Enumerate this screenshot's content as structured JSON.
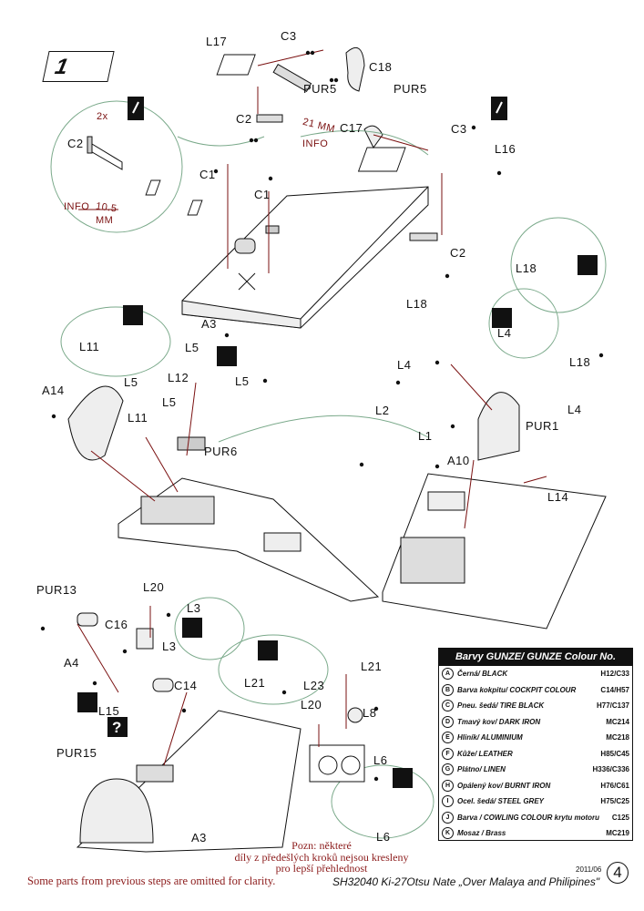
{
  "step_number": "1",
  "part_labels": {
    "L17": "L17",
    "C3a": "C3",
    "C18": "C18",
    "PUR5a": "PUR5",
    "PUR5b": "PUR5",
    "C2a": "C2",
    "C2b": "C2",
    "C2c": "C2",
    "C1a": "C1",
    "C1b": "C1",
    "C17": "C17",
    "C3b": "C3",
    "L16": "L16",
    "L18a": "L18",
    "L18b": "L18",
    "L18c": "L18",
    "A3a": "A3",
    "L5a": "L5",
    "L5b": "L5",
    "L5c": "L5",
    "L5d": "L5",
    "L12": "L12",
    "L11a": "L11",
    "L11b": "L11",
    "A14": "A14",
    "PUR6": "PUR6",
    "L4a": "L4",
    "L4b": "L4",
    "L4c": "L4",
    "L2": "L2",
    "L1": "L1",
    "PUR1": "PUR1",
    "A10": "A10",
    "L14": "L14",
    "PUR13": "PUR13",
    "C16": "C16",
    "A4": "A4",
    "L20a": "L20",
    "L20b": "L20",
    "L3a": "L3",
    "L3b": "L3",
    "C14": "C14",
    "L15": "L15",
    "PUR15": "PUR15",
    "L21a": "L21",
    "L21b": "L21",
    "L23": "L23",
    "L8": "L8",
    "L6a": "L6",
    "L6b": "L6",
    "A3b": "A3"
  },
  "info_labels": {
    "twox": "2x",
    "info1": "INFO",
    "info1_value": "10.5",
    "info1_unit": "MM",
    "info2_value": "21 MM",
    "info2": "INFO"
  },
  "color_legend": {
    "title": "Barvy GUNZE/ GUNZE Colour No.",
    "rows": [
      {
        "letter": "A",
        "name": "Černá/ BLACK",
        "code": "H12/C33"
      },
      {
        "letter": "B",
        "name": "Barva kokpitu/ COCKPIT COLOUR",
        "code": "C14/H57"
      },
      {
        "letter": "C",
        "name": "Pneu. šedá/ TIRE BLACK",
        "code": "H77/C137"
      },
      {
        "letter": "D",
        "name": "Tmavý kov/ DARK IRON",
        "code": "MC214"
      },
      {
        "letter": "E",
        "name": "Hliník/ ALUMINIUM",
        "code": "MC218"
      },
      {
        "letter": "F",
        "name": "Kůže/ LEATHER",
        "code": "H85/C45"
      },
      {
        "letter": "G",
        "name": "Plátno/ LINEN",
        "code": "H336/C336"
      },
      {
        "letter": "H",
        "name": "Opálený kov/ BURNT IRON",
        "code": "H76/C61"
      },
      {
        "letter": "I",
        "name": "Ocel. šedá/ STEEL GREY",
        "code": "H75/C25"
      },
      {
        "letter": "J",
        "name": "Barva / COWLING COLOUR krytu motoru",
        "code": "C125"
      },
      {
        "letter": "K",
        "name": "Mosaz / Brass",
        "code": "MC219"
      }
    ]
  },
  "note_czech": [
    "Pozn: některé",
    "díly z předešlých kroků nejsou kresleny",
    "pro lepší přehlednost"
  ],
  "note_english": "Some parts from previous steps are omitted for clarity.",
  "footer": {
    "product": "SH32040  Ki-27Otsu  Nate „Over Malaya and Philipines\"",
    "date": "2011/06",
    "page": "4"
  },
  "colors": {
    "ink": "#111111",
    "callout_red": "#7a1010",
    "leader_green": "#7aa98a"
  },
  "icons": [
    "paint-drop-icon",
    "bend-arrow-icon",
    "unknown-part-icon",
    "fold-icon"
  ]
}
